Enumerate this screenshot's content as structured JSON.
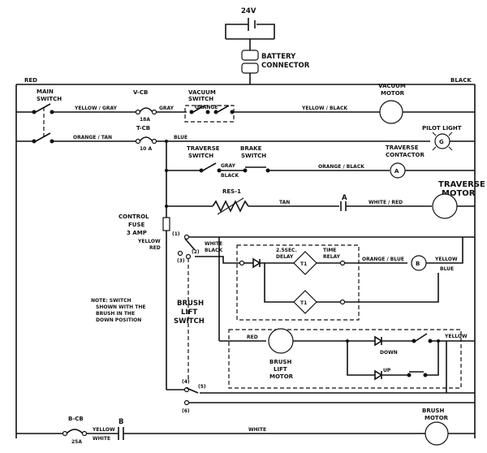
{
  "supply": {
    "battery_voltage": "24V",
    "battery_connector": [
      "BATTERY",
      "CONNECTOR"
    ],
    "left_rail": "RED",
    "right_rail": "BLACK"
  },
  "labels": {
    "main_switch": [
      "MAIN",
      "SWITCH"
    ],
    "vcb": "V-CB",
    "vcb_rating": "18A",
    "vacuum_switch": [
      "VACUUM",
      "SWITCH"
    ],
    "orange": "ORANGE",
    "yellow_gray": "YELLOW / GRAY",
    "gray": "GRAY",
    "yellow_black": "YELLOW / BLACK",
    "vacuum_motor": [
      "VACUUM",
      "MOTOR"
    ],
    "pilot_light": "PILOT LIGHT",
    "pilot_g": "G",
    "orange_tan": "ORANGE / TAN",
    "tcb": "T-CB",
    "tcb_rating": "10 A",
    "blue": "BLUE",
    "traverse_switch": [
      "TRAVERSE",
      "SWITCH"
    ],
    "brake_switch": [
      "BRAKE",
      "SWITCH"
    ],
    "gray_s": "GRAY",
    "black_s": "BLACK",
    "orange_black": "ORANGE / BLACK",
    "traverse_contactor": [
      "TRAVERSE",
      "CONTACTOR"
    ],
    "contactor_a": "A",
    "res1": "RES-1",
    "tan": "TAN",
    "contact_a": "A",
    "white_red": "WHITE / RED",
    "traverse_motor": [
      "TRAVERSE",
      "MOTOR"
    ],
    "control_fuse": [
      "CONTROL",
      "FUSE",
      "3 AMP"
    ],
    "yellow": "YELLOW",
    "red": "RED",
    "t1": "(1)",
    "t2": "(2)",
    "t3": "(3)",
    "t4": "(4)",
    "t5": "(5)",
    "t6": "(6)",
    "white": "WHITE",
    "black": "BLACK",
    "delay": [
      "2.5SEC.",
      "DELAY"
    ],
    "time_relay": [
      "TIME",
      "RELAY"
    ],
    "tr_t1": "T1",
    "orange_blue": "ORANGE / BLUE",
    "relay_b": "B",
    "yellow_r": "YELLOW",
    "blue_r": "BLUE",
    "note": [
      "NOTE: SWITCH",
      "SHOWN WITH THE",
      "BRUSH IN THE",
      "DOWN POSITION"
    ],
    "brush_lift_switch": [
      "BRUSH",
      "LIFT",
      "SWITCH"
    ],
    "red_bl": "RED",
    "yellow_bl": "YELLOW",
    "down": "DOWN",
    "up": "UP",
    "brush_lift_motor": [
      "BRUSH",
      "LIFT",
      "MOTOR"
    ],
    "bcb": "B-CB",
    "bcb_rating": "25A",
    "yellow_b": "YELLOW",
    "white_b": "WHITE",
    "contact_b": "B",
    "white_main": "WHITE",
    "brush_motor": [
      "BRUSH",
      "MOTOR"
    ]
  }
}
